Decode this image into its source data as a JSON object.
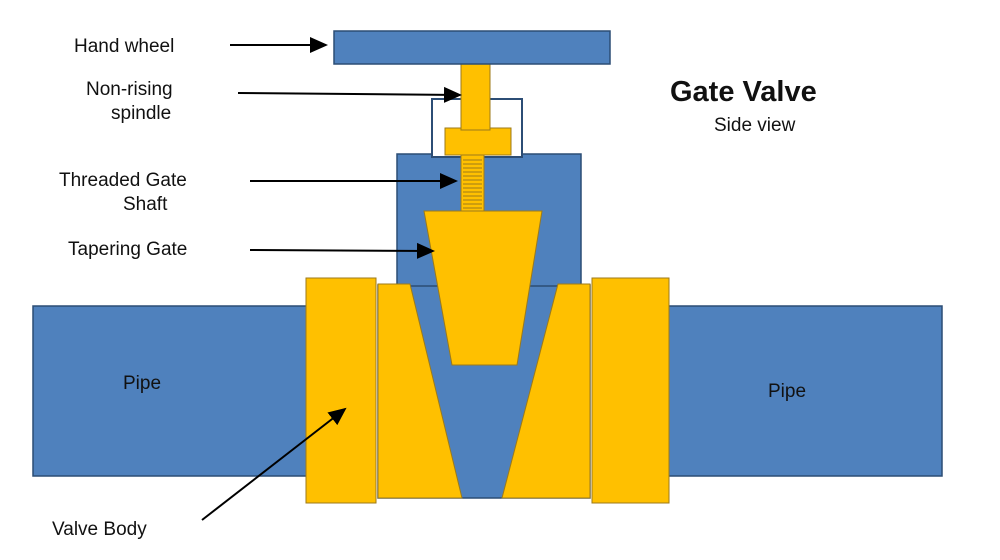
{
  "title": "Gate Valve",
  "subtitle": "Side view",
  "labels": {
    "hand_wheel": "Hand wheel",
    "spindle_line1": "Non-rising",
    "spindle_line2": "spindle",
    "shaft_line1": "Threaded Gate",
    "shaft_line2": "Shaft",
    "tapering_gate": "Tapering Gate",
    "pipe_left": "Pipe",
    "pipe_right": "Pipe",
    "valve_body": "Valve Body"
  },
  "colors": {
    "blue": "#4f81bd",
    "blue_stroke": "#2c4d75",
    "yellow": "#ffc000",
    "yellow_stroke": "#9c7a1a",
    "text": "#111111",
    "arrow": "#000000"
  }
}
